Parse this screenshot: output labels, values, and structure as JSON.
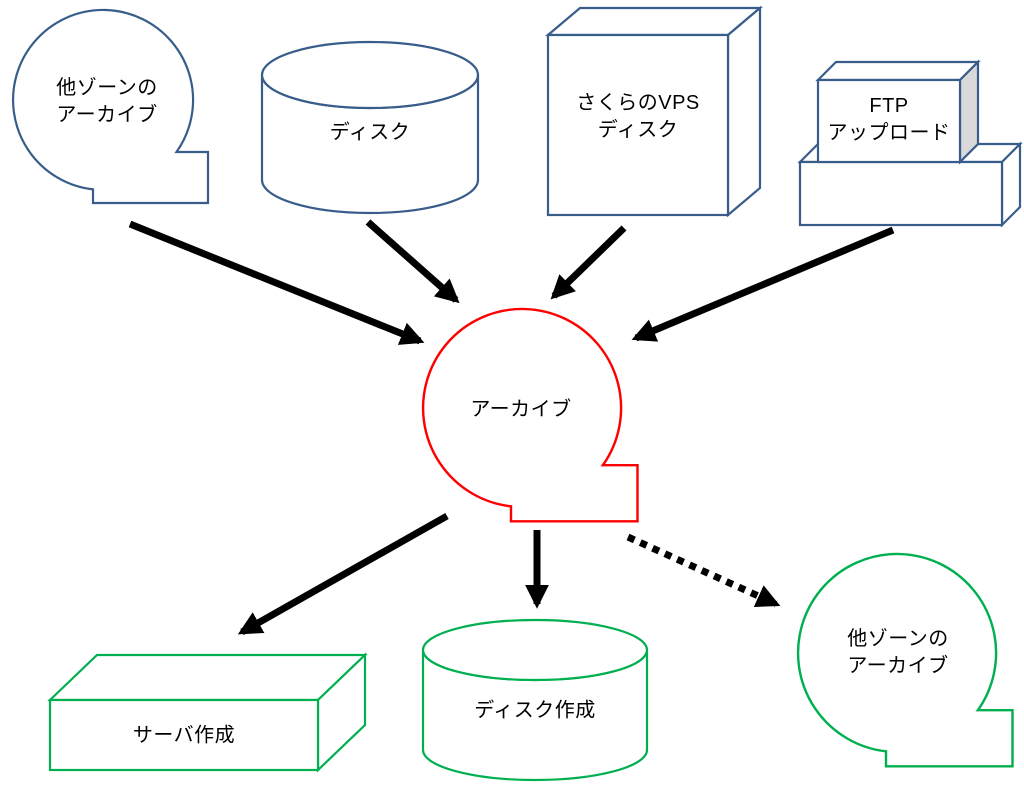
{
  "diagram": {
    "colors": {
      "source": "#385D8A",
      "archive": "#FF0000",
      "result": "#00B050",
      "arrow": "#000000",
      "shade": "#D9D9D9",
      "background": "#FFFFFF"
    },
    "nodes": {
      "other_zone_archive_source": {
        "label": "他ゾーンの\nアーカイブ",
        "shape": "archive-bubble"
      },
      "disk": {
        "label": "ディスク",
        "shape": "cylinder"
      },
      "sakura_vps_disk": {
        "label": "さくらのVPS\nディスク",
        "shape": "cube"
      },
      "ftp_upload": {
        "label": "FTP\nアップロード",
        "shape": "stacked-box"
      },
      "archive": {
        "label": "アーカイブ",
        "shape": "archive-bubble"
      },
      "server_create": {
        "label": "サーバ作成",
        "shape": "flat-box"
      },
      "disk_create": {
        "label": "ディスク作成",
        "shape": "cylinder"
      },
      "other_zone_archive_dest": {
        "label": "他ゾーンの\nアーカイブ",
        "shape": "archive-bubble"
      }
    },
    "edges": [
      {
        "from": "other_zone_archive_source",
        "to": "archive",
        "style": "solid"
      },
      {
        "from": "disk",
        "to": "archive",
        "style": "solid"
      },
      {
        "from": "sakura_vps_disk",
        "to": "archive",
        "style": "solid"
      },
      {
        "from": "ftp_upload",
        "to": "archive",
        "style": "solid"
      },
      {
        "from": "archive",
        "to": "server_create",
        "style": "solid"
      },
      {
        "from": "archive",
        "to": "disk_create",
        "style": "solid"
      },
      {
        "from": "archive",
        "to": "other_zone_archive_dest",
        "style": "dashed"
      }
    ]
  }
}
